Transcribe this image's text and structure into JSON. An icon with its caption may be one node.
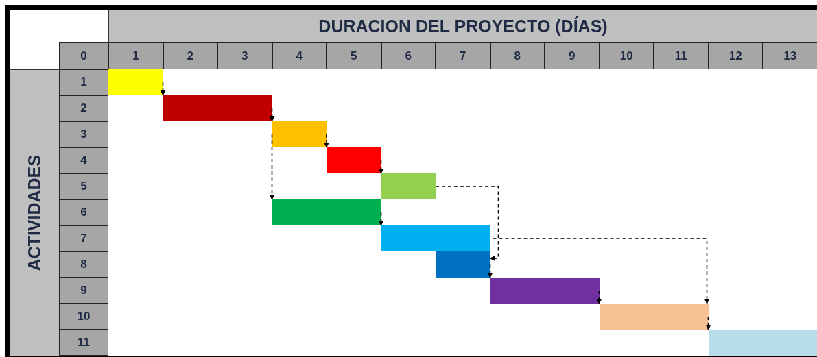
{
  "diagram": {
    "title": "DURACION DEL PROYECTO (DÍAS)",
    "nodes": [
      {
        "text": [],
        "shape": "bar"
      },
      {
        "text": [],
        "shape": "bar"
      },
      {
        "text": [],
        "shape": "bar"
      },
      {
        "text": [],
        "shape": "bar"
      },
      {
        "text": [],
        "shape": "bar"
      },
      {
        "text": [],
        "shape": "bar"
      },
      {
        "text": [],
        "shape": "bar"
      },
      {
        "text": [],
        "shape": "bar"
      },
      {
        "text": [],
        "shape": "bar"
      },
      {
        "text": [],
        "shape": "bar"
      },
      {
        "text": [],
        "shape": "bar"
      }
    ],
    "edges": [
      {
        "from": 0,
        "to": 1,
        "arrow": "to",
        "style": "dashed"
      },
      {
        "from": 1,
        "to": 2,
        "arrow": "to",
        "style": "dashed"
      },
      {
        "from": 2,
        "to": 3,
        "arrow": "to",
        "style": "dashed"
      },
      {
        "from": 2,
        "to": 5,
        "arrow": "to",
        "style": "dashed"
      },
      {
        "from": 3,
        "to": 4,
        "arrow": "to",
        "style": "dashed"
      },
      {
        "from": 5,
        "to": 6,
        "arrow": "to",
        "style": "dashed"
      },
      {
        "from": 4,
        "to": 7,
        "arrow": "to",
        "style": "dashed"
      },
      {
        "from": 6,
        "to": 9,
        "arrow": "to",
        "style": "dashed"
      },
      {
        "from": 7,
        "to": 8,
        "arrow": "to",
        "style": "dashed"
      },
      {
        "from": 8,
        "to": 9,
        "arrow": "to",
        "style": "dashed"
      },
      {
        "from": 9,
        "to": 10,
        "arrow": "to",
        "style": "dashed"
      }
    ],
    "labels": [
      "0",
      "1",
      "2",
      "3",
      "4",
      "5",
      "6",
      "7",
      "8",
      "9",
      "10",
      "11",
      "12",
      "13",
      "ACTIVIDADES",
      "1",
      "2",
      "3",
      "4",
      "5",
      "6",
      "7",
      "8",
      "9",
      "10",
      "11"
    ]
  }
}
